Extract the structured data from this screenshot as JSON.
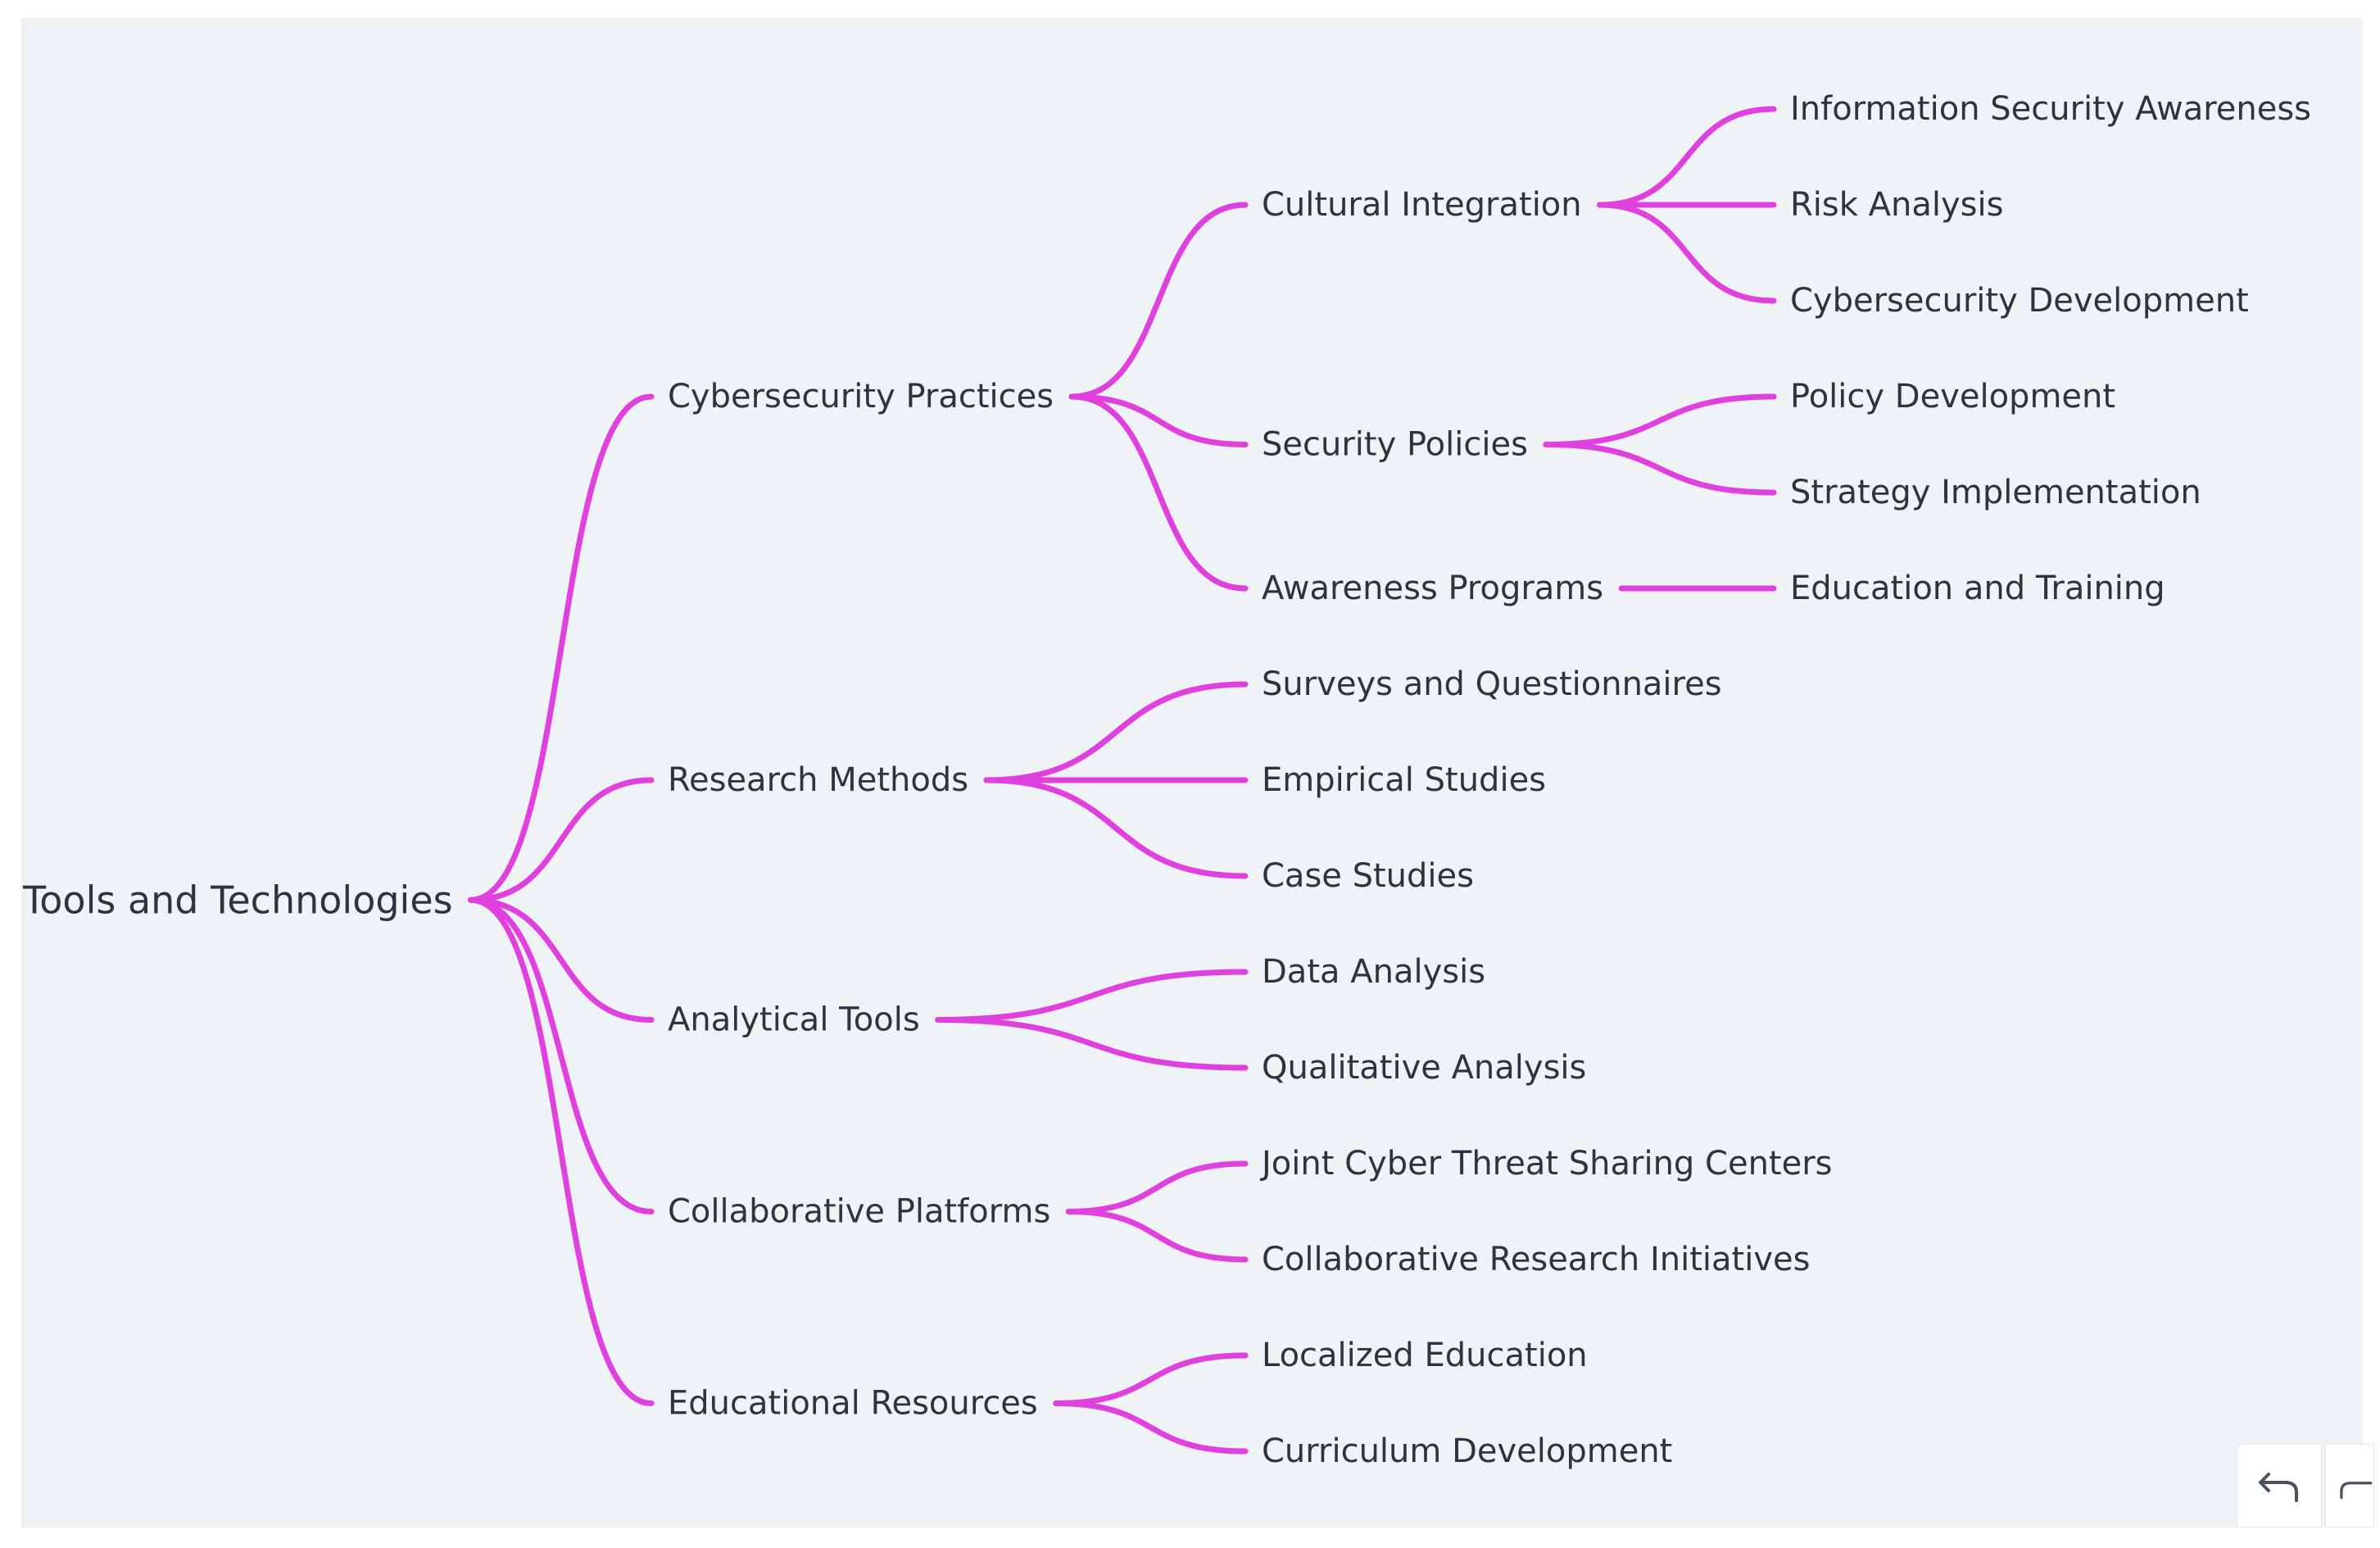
{
  "mindmap": {
    "edge_color": "#e040de",
    "text_color": "#2c3440",
    "background": "#eff3f6",
    "root": {
      "label": "Tools and Technologies",
      "children": [
        {
          "label": "Cybersecurity Practices",
          "children": [
            {
              "label": "Cultural Integration",
              "children": [
                {
                  "label": "Information Security Awareness"
                },
                {
                  "label": "Risk Analysis"
                },
                {
                  "label": "Cybersecurity Development"
                }
              ]
            },
            {
              "label": "Security Policies",
              "children": [
                {
                  "label": "Policy Development"
                },
                {
                  "label": "Strategy Implementation"
                }
              ]
            },
            {
              "label": "Awareness Programs",
              "children": [
                {
                  "label": "Education and Training"
                }
              ]
            }
          ]
        },
        {
          "label": "Research Methods",
          "children": [
            {
              "label": "Surveys and Questionnaires"
            },
            {
              "label": "Empirical Studies"
            },
            {
              "label": "Case Studies"
            }
          ]
        },
        {
          "label": "Analytical Tools",
          "children": [
            {
              "label": "Data Analysis"
            },
            {
              "label": "Qualitative Analysis"
            }
          ]
        },
        {
          "label": "Collaborative Platforms",
          "children": [
            {
              "label": "Joint Cyber Threat Sharing Centers"
            },
            {
              "label": "Collaborative Research Initiatives"
            }
          ]
        },
        {
          "label": "Educational Resources",
          "children": [
            {
              "label": "Localized Education"
            },
            {
              "label": "Curriculum Development"
            }
          ]
        }
      ]
    }
  },
  "toolbar": {
    "undo_icon": "undo-icon",
    "redo_icon": "redo-icon"
  }
}
